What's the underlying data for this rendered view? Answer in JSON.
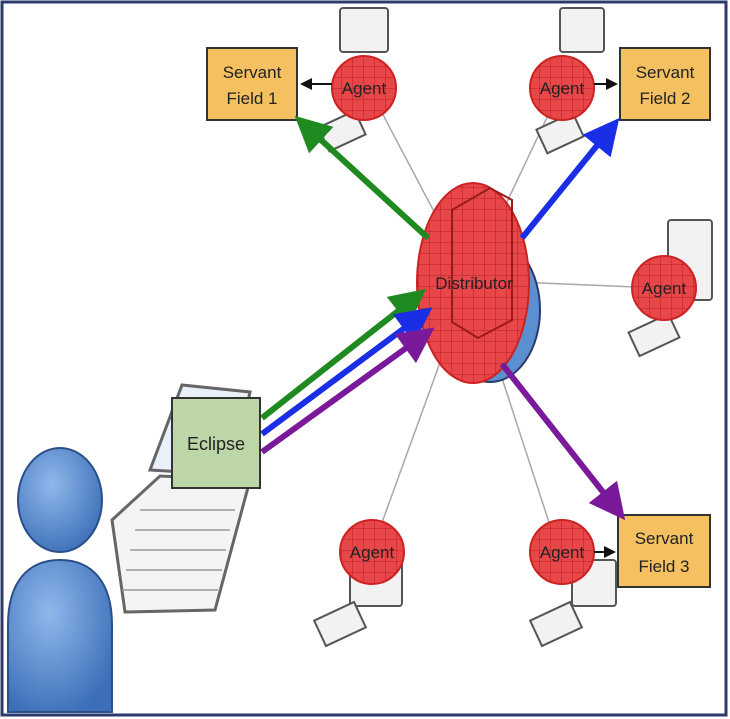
{
  "diagram": {
    "nodes": {
      "distributor": {
        "label": "Distributor"
      },
      "eclipse": {
        "label": "Eclipse"
      },
      "agent_top_left": {
        "label": "Agent"
      },
      "agent_top_right": {
        "label": "Agent"
      },
      "agent_right": {
        "label": "Agent"
      },
      "agent_bottom_left": {
        "label": "Agent"
      },
      "agent_bottom_right": {
        "label": "Agent"
      },
      "servant_field_1": {
        "line1": "Servant",
        "line2": "Field 1"
      },
      "servant_field_2": {
        "line1": "Servant",
        "line2": "Field 2"
      },
      "servant_field_3": {
        "line1": "Servant",
        "line2": "Field 3"
      }
    },
    "colors": {
      "green": "#1f8a1f",
      "blue": "#1a2ee6",
      "purple": "#7a1a9a",
      "agent_fill": "#e8474a",
      "servant_fill": "#f4c060",
      "eclipse_fill": "#bcd6a8",
      "user_fill": "#5b8fd0",
      "border": "#2b3a6b"
    }
  }
}
